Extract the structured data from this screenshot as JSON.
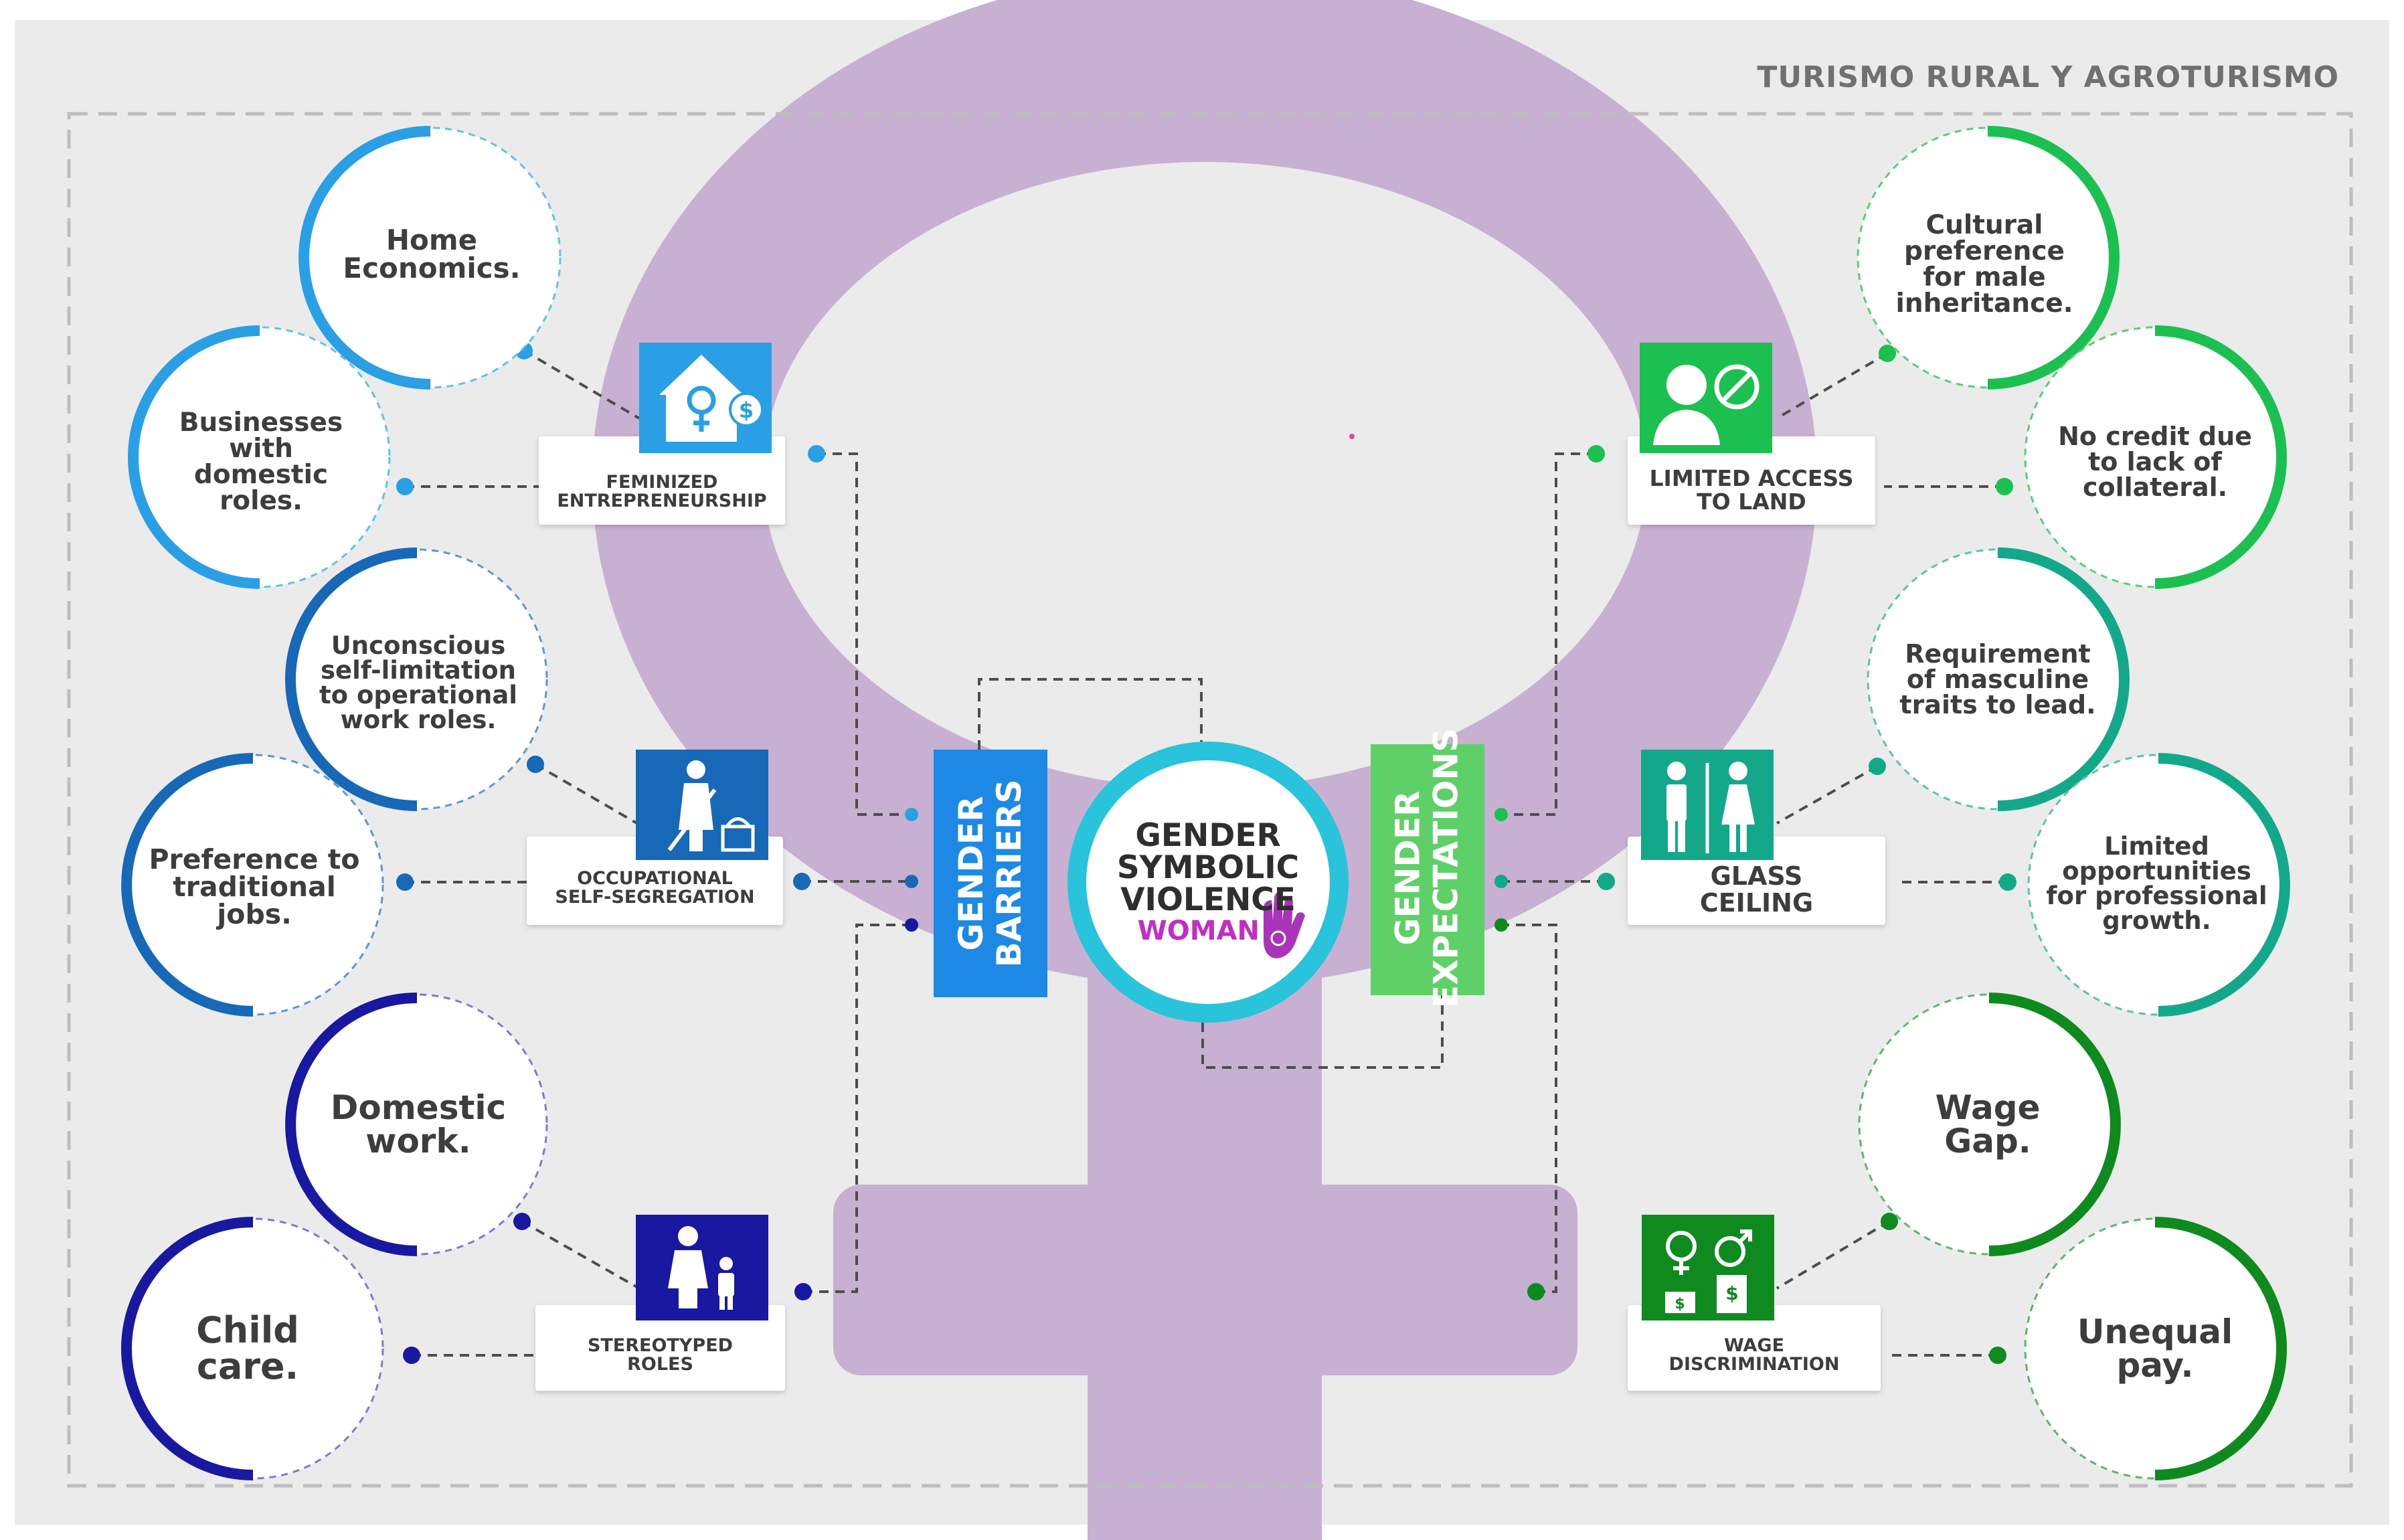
{
  "header": {
    "title": "TURISMO RURAL Y AGROTURISMO"
  },
  "center": {
    "line1": "GENDER",
    "line2": "SYMBOLIC",
    "line3": "VIOLENCE",
    "woman": "WOMAN"
  },
  "barriers": {
    "line1": "GENDER",
    "line2": "BARRIERS",
    "color": "#1e88e5"
  },
  "expectations": {
    "line1": "GENDER",
    "line2": "EXPECTATIONS",
    "color": "#5fd068"
  },
  "left": {
    "feminized": {
      "label_line1": "FEMINIZED",
      "label_line2": "ENTREPRENEURSHIP",
      "icon": "house-money-icon",
      "bubbles": [
        {
          "lines": [
            "Home",
            "Economics."
          ]
        },
        {
          "lines": [
            "Businesses",
            "with",
            "domestic",
            "roles."
          ]
        }
      ]
    },
    "occupational": {
      "label_line1": "OCCUPATIONAL",
      "label_line2": "SELF-SEGREGATION",
      "icon": "cleaning-woman-icon",
      "bubbles": [
        {
          "lines": [
            "Unconscious",
            "self-limitation",
            "to operational",
            "work roles."
          ]
        },
        {
          "lines": [
            "Preference to",
            "traditional",
            "jobs."
          ]
        }
      ]
    },
    "stereotyped": {
      "label_line1": "STEREOTYPED",
      "label_line2": "ROLES",
      "icon": "mother-child-icon",
      "bubbles": [
        {
          "lines": [
            "Domestic",
            "work."
          ]
        },
        {
          "lines": [
            "Child",
            "care."
          ]
        }
      ]
    }
  },
  "right": {
    "land": {
      "label_line1": "LIMITED ACCESS",
      "label_line2": "TO LAND",
      "icon": "no-access-woman-icon",
      "bubbles": [
        {
          "lines": [
            "Cultural",
            "preference",
            "for male",
            "inheritance."
          ]
        },
        {
          "lines": [
            "No credit due",
            "to lack of",
            "collateral."
          ]
        }
      ]
    },
    "glass": {
      "label_line1": "GLASS",
      "label_line2": "CEILING",
      "icon": "man-woman-icon",
      "bubbles": [
        {
          "lines": [
            "Requirement",
            "of masculine",
            "traits to lead."
          ]
        },
        {
          "lines": [
            "Limited",
            "opportunities",
            "for professional",
            "growth."
          ]
        }
      ]
    },
    "wage": {
      "label_line1": "WAGE",
      "label_line2": "DISCRIMINATION",
      "icon": "gender-pay-icon",
      "bubbles": [
        {
          "lines": [
            "Wage",
            "Gap."
          ]
        },
        {
          "lines": [
            "Unequal",
            "pay."
          ]
        }
      ]
    }
  },
  "colors": {
    "venus": "#c8b0d2",
    "background": "#ebebeb",
    "blue_light": "#2a9fe6",
    "blue_mid": "#1868b8",
    "blue_dark": "#1818a0",
    "green_light": "#1cc050",
    "green_teal": "#14a88a",
    "green_dark": "#0e8a1e",
    "center_ring": "#2ac3dc"
  }
}
